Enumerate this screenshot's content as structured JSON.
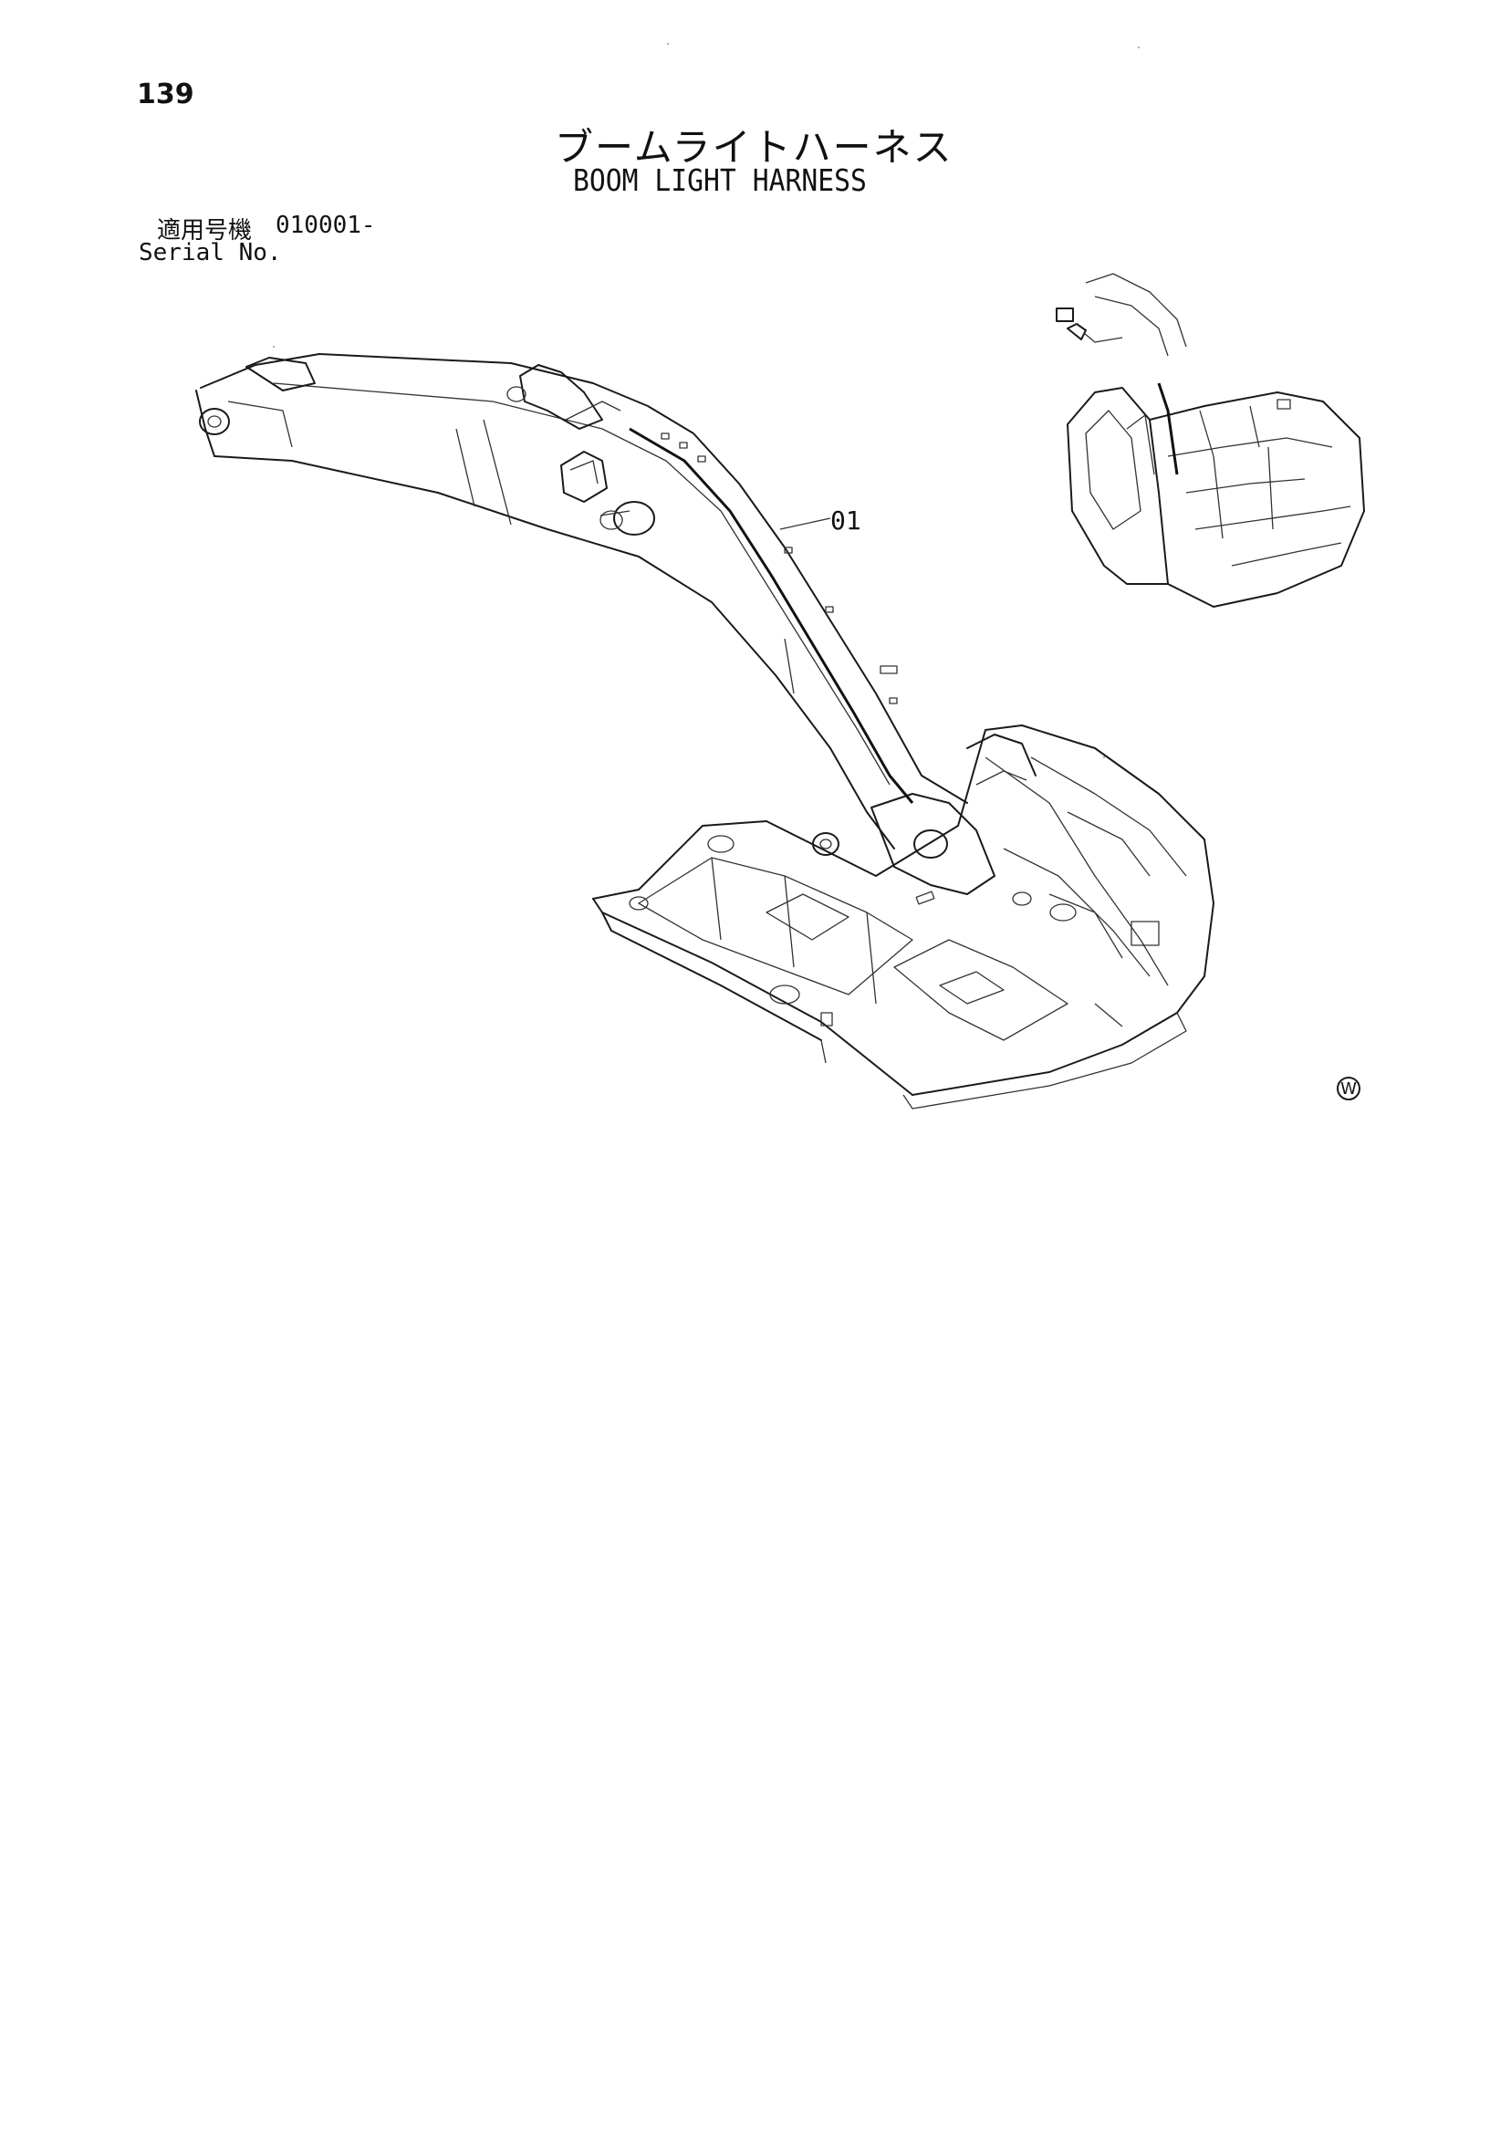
{
  "header": {
    "page_number": "139",
    "title_jp": "ブームライトハーネス",
    "title_en": "BOOM LIGHT HARNESS"
  },
  "serial": {
    "label_jp": "適用号機",
    "value": "010001-",
    "label_en": "Serial No."
  },
  "figure": {
    "callouts": [
      {
        "id": "01",
        "label": "01"
      }
    ],
    "mark": "W"
  }
}
